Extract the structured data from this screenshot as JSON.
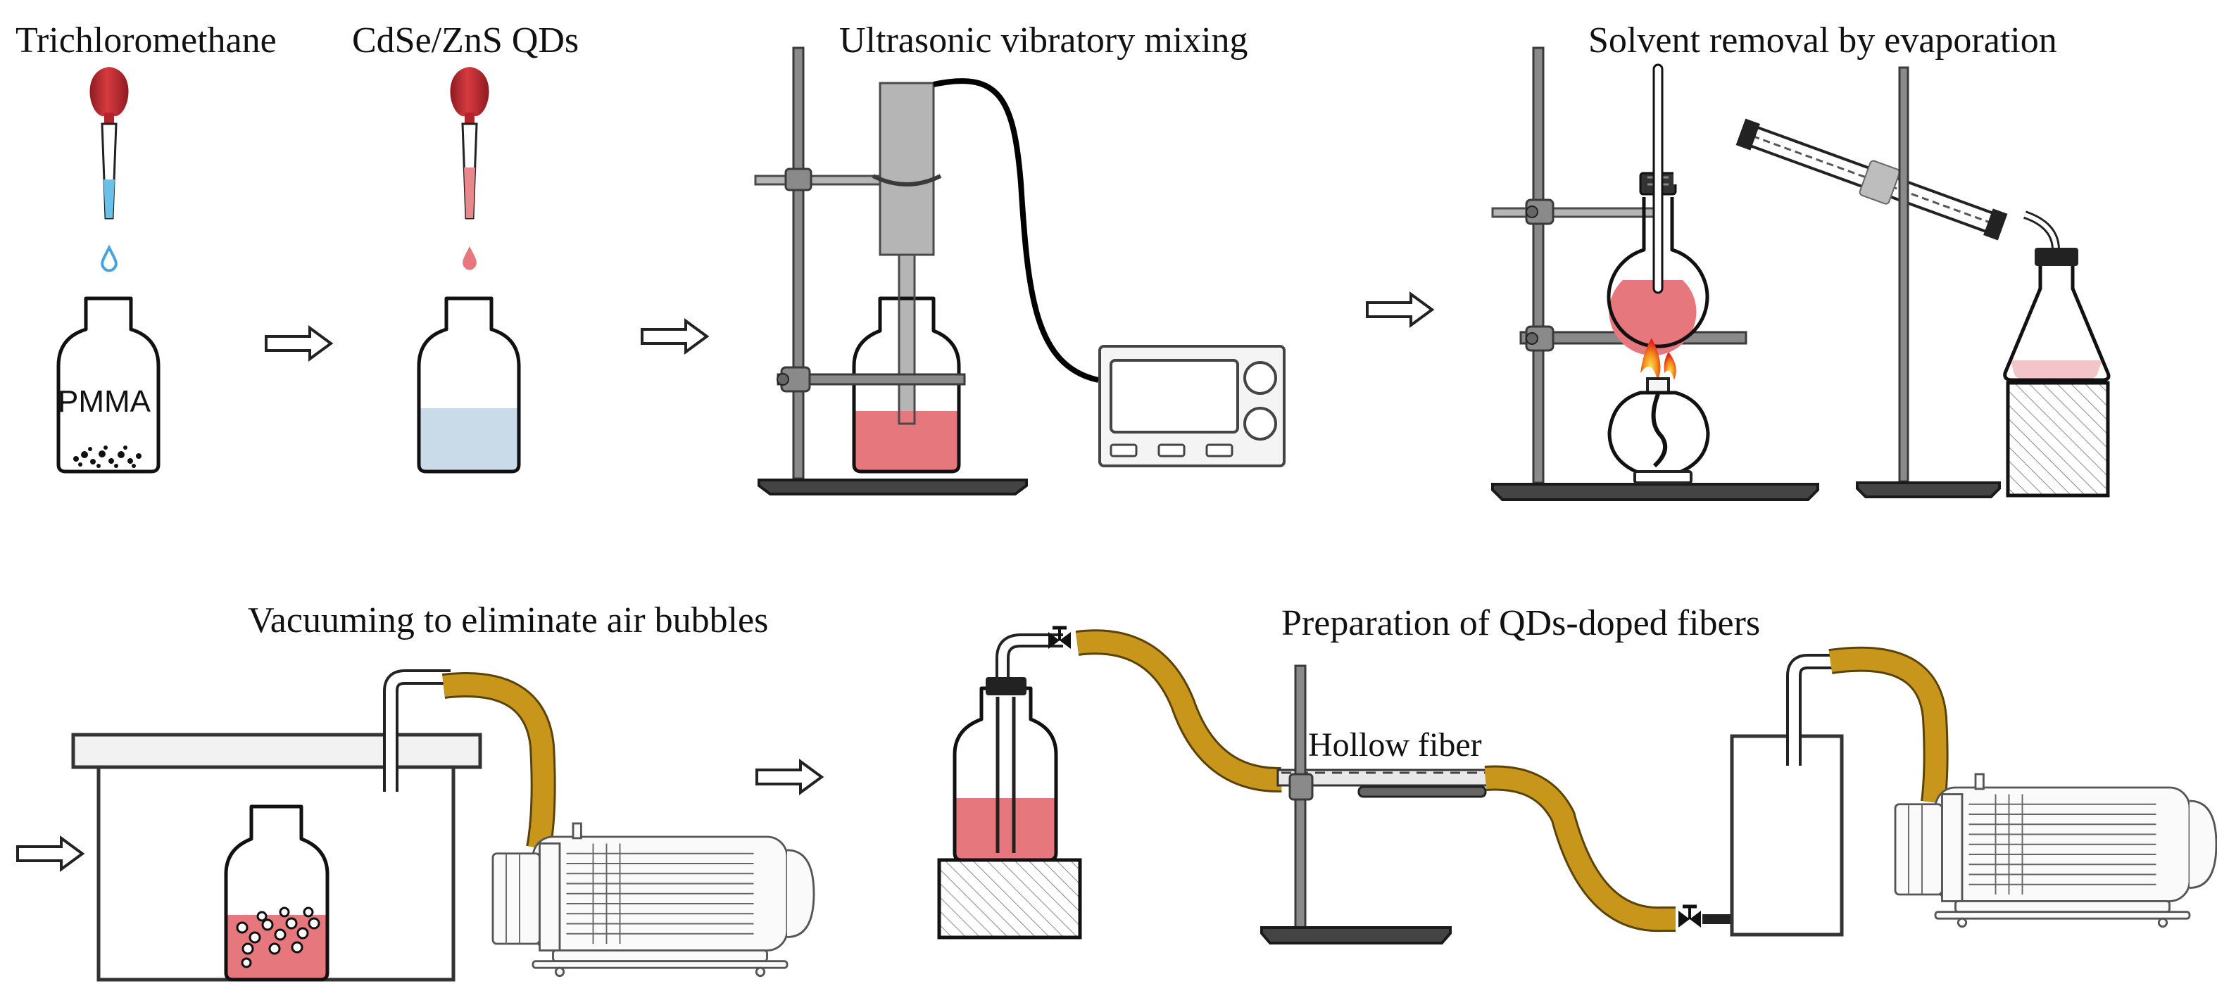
{
  "labels": {
    "trichloromethane": "Trichloromethane",
    "qds": "CdSe/ZnS QDs",
    "pmma": "PMMA",
    "ultrasonic": "Ultrasonic vibratory mixing",
    "solvent_removal": "Solvent removal by evaporation",
    "vacuuming": "Vacuuming to eliminate air bubbles",
    "preparation": "Preparation of QDs-doped fibers",
    "hollow_fiber": "Hollow fiber"
  },
  "colors": {
    "pipette_bulb": "#c0262d",
    "solution_pink": "#e6777d",
    "qds_blue": "#c9dae9",
    "drop_blue": "#4aa3df",
    "tube_gold": "#c9961c",
    "flame": "#f28c1c"
  }
}
